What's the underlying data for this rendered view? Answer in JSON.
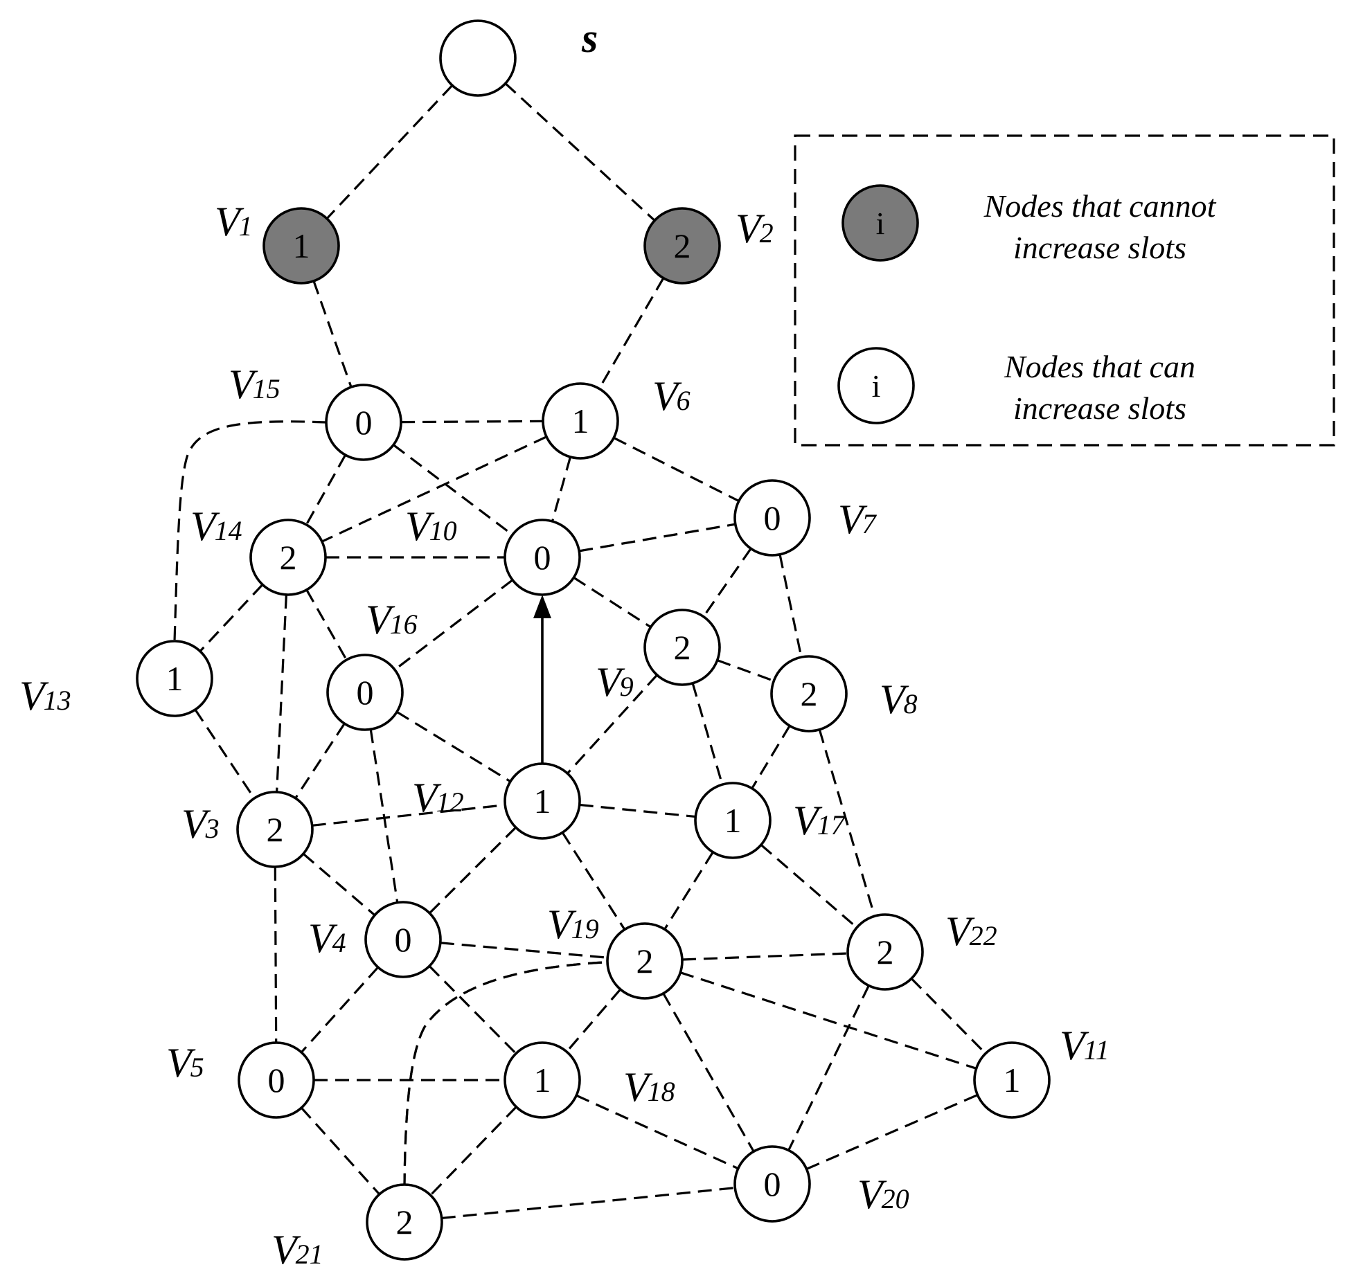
{
  "colors": {
    "fixed_node_fill": "#7a7a7a",
    "free_node_fill": "#ffffff",
    "line": "#000000"
  },
  "source": {
    "label": "s"
  },
  "nodes": {
    "s": {
      "value": "",
      "type": "free"
    },
    "V1": {
      "value": "1",
      "type": "fixed",
      "label": "V",
      "sub": "1"
    },
    "V2": {
      "value": "2",
      "type": "fixed",
      "label": "V",
      "sub": "2"
    },
    "V3": {
      "value": "2",
      "type": "free",
      "label": "V",
      "sub": "3"
    },
    "V4": {
      "value": "0",
      "type": "free",
      "label": "V",
      "sub": "4"
    },
    "V5": {
      "value": "0",
      "type": "free",
      "label": "V",
      "sub": "5"
    },
    "V6": {
      "value": "1",
      "type": "free",
      "label": "V",
      "sub": "6"
    },
    "V7": {
      "value": "0",
      "type": "free",
      "label": "V",
      "sub": "7"
    },
    "V8": {
      "value": "2",
      "type": "free",
      "label": "V",
      "sub": "8"
    },
    "V9": {
      "value": "2",
      "type": "free",
      "label": "V",
      "sub": "9"
    },
    "V10": {
      "value": "0",
      "type": "free",
      "label": "V",
      "sub": "10"
    },
    "V11": {
      "value": "1",
      "type": "free",
      "label": "V",
      "sub": "11"
    },
    "V12": {
      "value": "1",
      "type": "free",
      "label": "V",
      "sub": "12"
    },
    "V13": {
      "value": "1",
      "type": "free",
      "label": "V",
      "sub": "13"
    },
    "V14": {
      "value": "2",
      "type": "free",
      "label": "V",
      "sub": "14"
    },
    "V15": {
      "value": "0",
      "type": "free",
      "label": "V",
      "sub": "15"
    },
    "V16": {
      "value": "0",
      "type": "free",
      "label": "V",
      "sub": "16"
    },
    "V17": {
      "value": "1",
      "type": "free",
      "label": "V",
      "sub": "17"
    },
    "V18": {
      "value": "1",
      "type": "free",
      "label": "V",
      "sub": "18"
    },
    "V19": {
      "value": "2",
      "type": "free",
      "label": "V",
      "sub": "19"
    },
    "V20": {
      "value": "0",
      "type": "free",
      "label": "V",
      "sub": "20"
    },
    "V21": {
      "value": "2",
      "type": "free",
      "label": "V",
      "sub": "21"
    },
    "V22": {
      "value": "2",
      "type": "free",
      "label": "V",
      "sub": "22"
    }
  },
  "edges": [
    [
      "s",
      "V1"
    ],
    [
      "s",
      "V2"
    ],
    [
      "V1",
      "V15"
    ],
    [
      "V2",
      "V6"
    ],
    [
      "V15",
      "V6"
    ],
    [
      "V15",
      "V14"
    ],
    [
      "V15",
      "V10"
    ],
    [
      "V15",
      "V13"
    ],
    [
      "V6",
      "V14"
    ],
    [
      "V6",
      "V10"
    ],
    [
      "V6",
      "V7"
    ],
    [
      "V14",
      "V10"
    ],
    [
      "V14",
      "V13"
    ],
    [
      "V14",
      "V16"
    ],
    [
      "V14",
      "V3"
    ],
    [
      "V10",
      "V16"
    ],
    [
      "V10",
      "V9"
    ],
    [
      "V10",
      "V7"
    ],
    [
      "V7",
      "V9"
    ],
    [
      "V7",
      "V8"
    ],
    [
      "V9",
      "V8"
    ],
    [
      "V9",
      "V12"
    ],
    [
      "V9",
      "V17"
    ],
    [
      "V8",
      "V17"
    ],
    [
      "V8",
      "V22"
    ],
    [
      "V13",
      "V3"
    ],
    [
      "V16",
      "V3"
    ],
    [
      "V16",
      "V12"
    ],
    [
      "V16",
      "V4"
    ],
    [
      "V3",
      "V12"
    ],
    [
      "V3",
      "V4"
    ],
    [
      "V3",
      "V5"
    ],
    [
      "V12",
      "V17"
    ],
    [
      "V12",
      "V4"
    ],
    [
      "V12",
      "V19"
    ],
    [
      "V17",
      "V19"
    ],
    [
      "V17",
      "V22"
    ],
    [
      "V4",
      "V19"
    ],
    [
      "V4",
      "V5"
    ],
    [
      "V4",
      "V18"
    ],
    [
      "V4",
      "V21"
    ],
    [
      "V19",
      "V22"
    ],
    [
      "V19",
      "V18"
    ],
    [
      "V19",
      "V20"
    ],
    [
      "V19",
      "V11"
    ],
    [
      "V19",
      "V21"
    ],
    [
      "V22",
      "V11"
    ],
    [
      "V22",
      "V20"
    ],
    [
      "V5",
      "V18"
    ],
    [
      "V5",
      "V21"
    ],
    [
      "V18",
      "V21"
    ],
    [
      "V18",
      "V20"
    ],
    [
      "V21",
      "V20"
    ],
    [
      "V20",
      "V11"
    ]
  ],
  "directed_edges": [
    [
      "V12",
      "V10"
    ]
  ],
  "legend": {
    "fixed": {
      "symbol": "i",
      "line1": "Nodes that cannot",
      "line2": "increase slots"
    },
    "free": {
      "symbol": "i",
      "line1": "Nodes that can",
      "line2": "increase slots"
    }
  }
}
